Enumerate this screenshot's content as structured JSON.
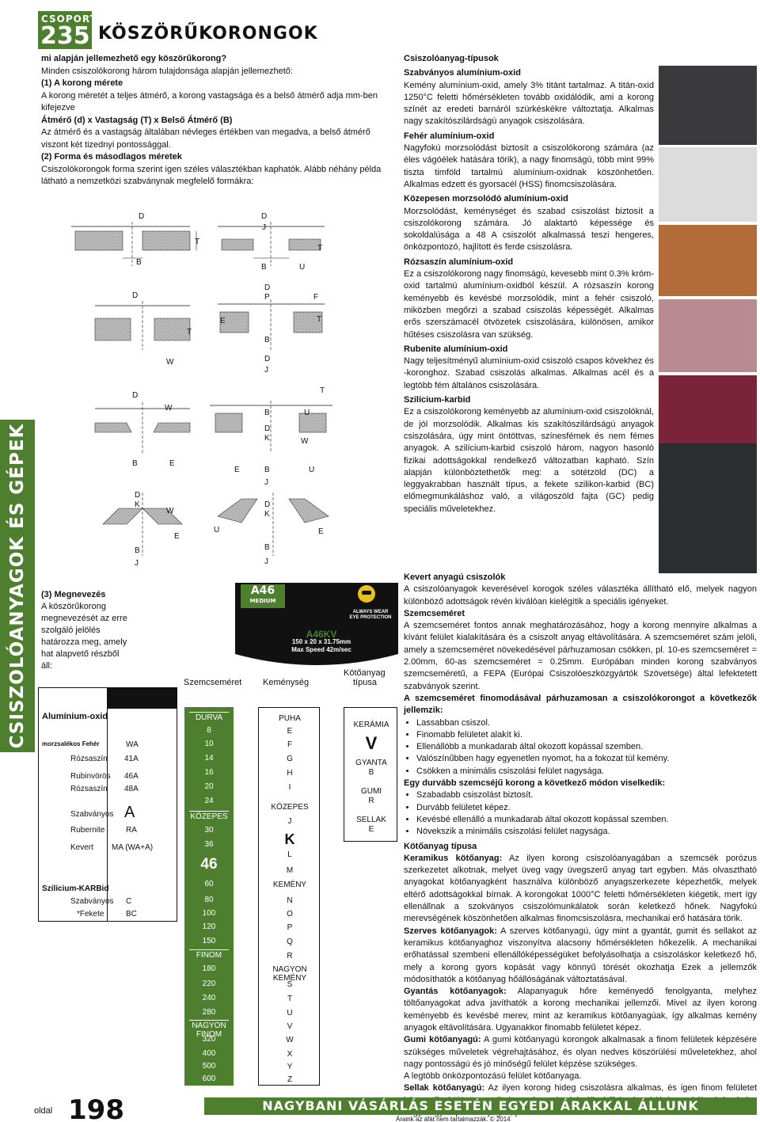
{
  "header": {
    "group_label": "CSOPORT",
    "group_number": "235",
    "title": "KÖSZÖRŰKORONGOK"
  },
  "side_band": "CSISZOLÓANYAGOK ÉS GÉPEK",
  "intro": {
    "q": "mi alapján jellemezhető egy köszörűkorong?",
    "p1": "Minden csiszolókorong három tulajdonsága alapján jellemezhető:",
    "h1": "(1) A korong mérete",
    "p2a": "A korong méretét a teljes átmérő, a korong vastagsága és a belső átmérő adja mm-ben",
    "p2b": "kifejezve",
    "formula": "Átmérő (d) x Vastagság (T) x Belső Átmérő (B)",
    "p3a": "Az átmérő és a vastagság általában névleges értékben van megadva, a belső átmérő",
    "p3b": "viszont két tizednyi pontossággal.",
    "h2": "(2) Forma és másodlagos méretek",
    "p4a": "Csiszolókorongok forma szerint igen széles választékban kaphatók. Alább néhány példa",
    "p4b": "látható a nemzetközi szabványnak megfelelő formákra:"
  },
  "diagram_labels": {
    "D": "D",
    "B": "B",
    "T": "T",
    "J": "J",
    "U": "U",
    "W": "W",
    "E": "E",
    "K": "K",
    "P": "P",
    "F": "F"
  },
  "naming": {
    "title": "(3) Megnevezés",
    "body": "A köszörűkorong megnevezését az erre szolgáló jelölés határozza meg, amely hat alapvető részből áll:"
  },
  "naming_table": {
    "alu_head": "Alumínium-oxid",
    "rows": [
      {
        "left": "morzsalékos Fehér",
        "right": "WA"
      },
      {
        "left": "Rózsaszín",
        "right": "41A"
      },
      {
        "left": "Rubinvörös",
        "right": "46A"
      },
      {
        "left": "Rózsaszín",
        "right": "48A"
      },
      {
        "left": "Szabványos",
        "right": "A"
      },
      {
        "left": "Rubernite",
        "right": "RA"
      },
      {
        "left": "Kevert",
        "right": "MA (WA+A)"
      }
    ],
    "sic_head": "Szilícium-KARBid",
    "sic_rows": [
      {
        "left": "Szabványos",
        "right": "C"
      },
      {
        "left": "*Fekete",
        "right": "BC"
      }
    ]
  },
  "label_graphic": {
    "code": "A46",
    "grade_word": "MEDIUM",
    "kv": "A46KV",
    "size": "150 x 20 x 31.75mm",
    "speed": "Max Speed 42m/sec",
    "warn1": "ALWAYS WEAR",
    "warn2": "EYE PROTECTION"
  },
  "column_heads": {
    "grit": "Szemcseméret",
    "hardness": "Keménység",
    "bond1": "Kötőanyag",
    "bond2": "típusa"
  },
  "grit": [
    "DURVA",
    "8",
    "10",
    "14",
    "16",
    "20",
    "24",
    "KÖZEPES",
    "30",
    "36",
    "46",
    "60",
    "80",
    "100",
    "120",
    "150",
    "FINOM",
    "180",
    "220",
    "240",
    "280",
    "NAGYON FINOM",
    "320",
    "400",
    "500",
    "600"
  ],
  "hardness": [
    "PUHA",
    "E",
    "F",
    "G",
    "H",
    "I",
    "KÖZEPES",
    "J",
    "K",
    "L",
    "M",
    "KEMÉNY",
    "N",
    "O",
    "P",
    "Q",
    "R",
    "NAGYON KEMÉNY",
    "S",
    "T",
    "U",
    "V",
    "W",
    "X",
    "Y",
    "Z"
  ],
  "bond": [
    "KERÁMIA",
    "V",
    "GYANTA",
    "B",
    "GUMI",
    "R",
    "SELLAK",
    "E"
  ],
  "right": {
    "types_head": "Csiszolóanyag-típusok",
    "s1_head": "Szabványos alumínium-oxid",
    "s1": "Kemény alumínium-oxid, amely 3% titánt tartalmaz. A titán-oxid 1250°C feletti hőmérsékleten tovább oxidálódik, ami a korong színét az eredeti barnáról szürkéskékre változtatja. Alkalmas nagy szakítószilárdságú anyagok csiszolására.",
    "s2_head": "Fehér alumínium-oxid",
    "s2": "Nagyfokú morzsolódást biztosít a csiszolókorong számára (az éles vágóélek hatására törik), a nagy finomságú, több mint 99% tiszta timföld tartalmú alumínium-oxidnak köszönhetően. Alkalmas edzett és gyorsacél (HSS) finomcsiszolására.",
    "s3_head": "Közepesen morzsolódó alumínium-oxid",
    "s3": "Morzsolódást, keménységet és szabad csiszolást biztosít a csiszolókorong számára. Jó alaktartó képessége és sokoldalúsága a 48 A csiszolót alkalmassá teszi hengeres, önközpontozó, hajlított és ferde csiszolásra.",
    "s4_head": "Rózsaszín alumínium-oxid",
    "s4": "Ez a csiszolókorong nagy finomságú, kevesebb mint 0.3% króm-oxid tartalmú alumínium-oxidból készül. A rózsaszín korong keményebb és kevésbé morzsolódik, mint a fehér csiszoló, miközben megőrzi a szabad csiszolás képességét. Alkalmas erős szerszámacél ötvözetek csiszolására, különösen, amikor hűtéses csiszolásra van szükség.",
    "s5_head": "Rubenite alumínium-oxid",
    "s5": "Nagy teljesítményű alumínium-oxid csiszoló csapos kövekhez és -koronghoz. Szabad csiszolás alkalmas. Alkalmas acél és a legtöbb fém általános csiszolására.",
    "s6_head": "Szilícium-karbid",
    "s6": "Ez a csiszolókorong keményebb az alumínium-oxid csiszolóknál, de jól morzsolódik. Alkalmas kis szakítószilárdságú anyagok csiszolására, úgy mint öntöttvas, színesfémek és nem fémes anyagok. A szilícium-karbid csiszoló három, nagyon hasonló fizikai adottságokkal rendelkező változatban kapható. Szín alapján különböztethetők meg: a sötétzöld (DC) a leggyakrabban használt típus, a fekete szilikon-karbid (BC) előmegmunkáláshoz való, a világoszöld fajta (GC) pedig speciális műveletekhez.",
    "s7_head": "Kevert anyagú csiszolók",
    "s7": "A csiszolóanyagok keverésével korogok széles választéka állítható elő, melyek nagyon különböző adottságok révén kiválóan kielégítik a speciális igényeket.",
    "s8_head": "Szemcseméret",
    "s8": "A szemcseméret fontos annak meghatározásához, hogy a korong mennyire alkalmas a kívánt felület kialakítására és a csiszolt anyag eltávolítására. A szemcseméret szám jelöli, amely a szemcseméret növekedésével párhuzamosan csökken, pl. 10-es szemcseméret = 2.00mm, 60-as szemcseméret = 0.25mm. Európában minden korong szabványos szemcseméretű, a FEPA (Európai Csiszolóeszközgyártók Szövetsége) által lefektetett szabványok szerint.",
    "s9_head": "A szemcseméret finomodásával párhuzamosan a csiszolókorongot a következők jellemzik:",
    "s9_list": [
      "Lassabban csiszol.",
      "Finomabb felületet alakít ki.",
      "Ellenállóbb a munkadarab által okozott kopással szemben.",
      "Valószínűbben hagy egyenetlen nyomot, ha a fokozat túl kemény.",
      "Csökken a minimális csiszolási felület nagysága."
    ],
    "s10_head": "Egy durvább szemcséjű korong a következő módon viselkedik:",
    "s10_list": [
      "Szabadabb csiszolást biztosít.",
      "Durvább felületet képez.",
      "Kevésbé ellenálló a munkadarab által okozott kopással szemben.",
      "Növekszik a minimális csiszolási felület nagysága."
    ],
    "s11_head": "Kötőanyag típusa",
    "s11a_b": "Keramikus kötőanyag:",
    "s11a": "Az ilyen korong csiszolóanyagában a szemcsék porózus szerkezetet alkotnak, melyet üveg vagy üvegszerű anyag tart egyben. Más olvasztható anyagokat kötőanyagként használva különböző anyagszerkezete képezhetők, melyek eltérő adottságokkal bírnak. A korongokat 1000°C feletti hőmérsékleten kiégetik, mert így ellenállnak a szokványos csiszolómunkálatok során keletkező hőnek. Nagyfokú merevségének köszönhetően alkalmas finomcsiszolásra, mechanikai erő hatására törik.",
    "s11b_b": "Szerves kötőanyagok:",
    "s11b": "A szerves kötőanyagú, úgy mint a gyantát, gumit és sellakot az keramikus kötőanyaghoz viszonyítva alacsony hőmérsékleten hőkezelik. A mechanikai erőhatással szembeni ellenállóképességüket befolyásolhatja a csiszoláskor keletkező hő, mely a korong gyors kopását vagy könnyű törését okozhatja Ezek a jellemzők módosíthatók a kötőanyag hőállóságának változtatásával.",
    "s11c_b": "Gyantás kötőanyagok:",
    "s11c": "Alapanyaguk hőre keményedő fenolgyanta, melyhez töltőanyagokat adva javíthatók a korong mechanikai jellemzői. Mivel az ilyen korong keményebb és kevésbé merev, mint az keramikus kötőanyagúak, így alkalmas kemény anyagok eltávolítására. Ugyanakkor finomabb felületet képez.",
    "s11d_b": "Gumi kötőanyagú:",
    "s11d": "A gumi kötőanyagú korongok alkalmasak a finom felületek képzésére szükséges műveletek végrehajtásához, és olyan nedves köszörülési műveletekhez, ahol nagy pontosságú és jó minőségű felület képzése szükséges.",
    "s11d2": "A legtöbb önközpontozású felület kötőanyaga.",
    "s11e_b": "Sellak kötőanyagú:",
    "s11e": "Az ilyen korong hideg csiszolásra alkalmas, és igen finom felületet képez. Ez különösen alkalmassá teszi minimális hőképzéssel járó munkák elvégzésére vagy nagyon puha anyagok, pl. réz csiszolására."
  },
  "swatches": [
    "#3a3a3c",
    "#dcdcdc",
    "#b36b3a",
    "#b88a92",
    "#7a2339",
    "#2b2e30"
  ],
  "footer": {
    "oldal": "oldal",
    "page": "198",
    "banner": "NAGYBANI VÁSÁRLÁS ESETÉN EGYEDI ÁRAKKAL ÁLLUNK RENDELKEZÉSÜKRE",
    "note": "Áraink az áfát nem tartalmazzák. © 2014"
  },
  "colors": {
    "brand_green": "#4d7f2e"
  }
}
